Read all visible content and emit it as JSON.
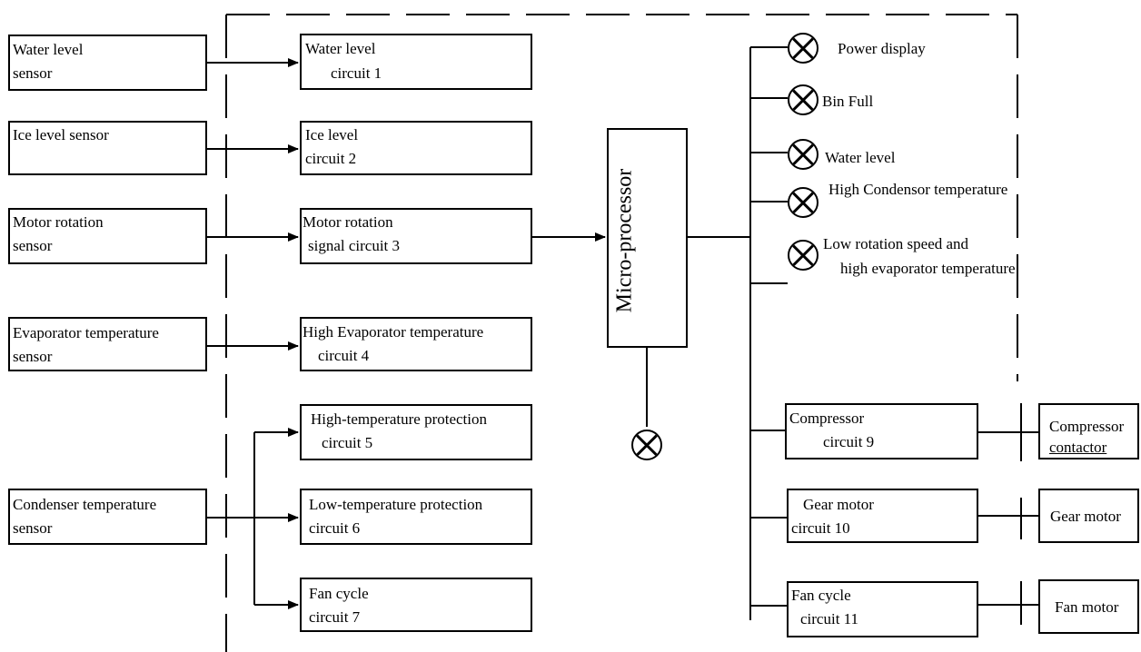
{
  "sensors": {
    "water_level": [
      "Water level",
      "sensor"
    ],
    "ice_level": [
      "Ice level sensor"
    ],
    "motor_rotation": [
      "Motor rotation",
      "sensor"
    ],
    "evaporator_temp": [
      "Evaporator temperature",
      "sensor"
    ],
    "condenser_temp": [
      "Condenser temperature",
      "sensor"
    ]
  },
  "circuits": {
    "c1": [
      "Water level",
      "circuit 1"
    ],
    "c2": [
      "Ice level",
      "circuit 2"
    ],
    "c3": [
      "Motor rotation",
      "signal circuit 3"
    ],
    "c4": [
      "High Evaporator temperature",
      "circuit 4"
    ],
    "c5": [
      "High-temperature protection",
      "circuit 5"
    ],
    "c6": [
      "Low-temperature protection",
      "circuit 6"
    ],
    "c7": [
      "Fan cycle",
      "circuit 7"
    ]
  },
  "microprocessor": "Micro-processor",
  "indicators": {
    "power": "Power display",
    "bin_full": "Bin Full",
    "water_level": "Water level",
    "high_condensor": "High Condensor temperature",
    "low_rotation": [
      "Low rotation speed and",
      "high evaporator temperature"
    ]
  },
  "outputs": {
    "c9": [
      "Compressor",
      "circuit 9"
    ],
    "c10": [
      "Gear motor",
      "circuit 10"
    ],
    "c11": [
      "Fan cycle",
      "circuit 11"
    ]
  },
  "loads": {
    "compressor_contactor": [
      "Compressor",
      "contactor"
    ],
    "gear_motor": "Gear motor",
    "fan_motor": "Fan motor"
  }
}
